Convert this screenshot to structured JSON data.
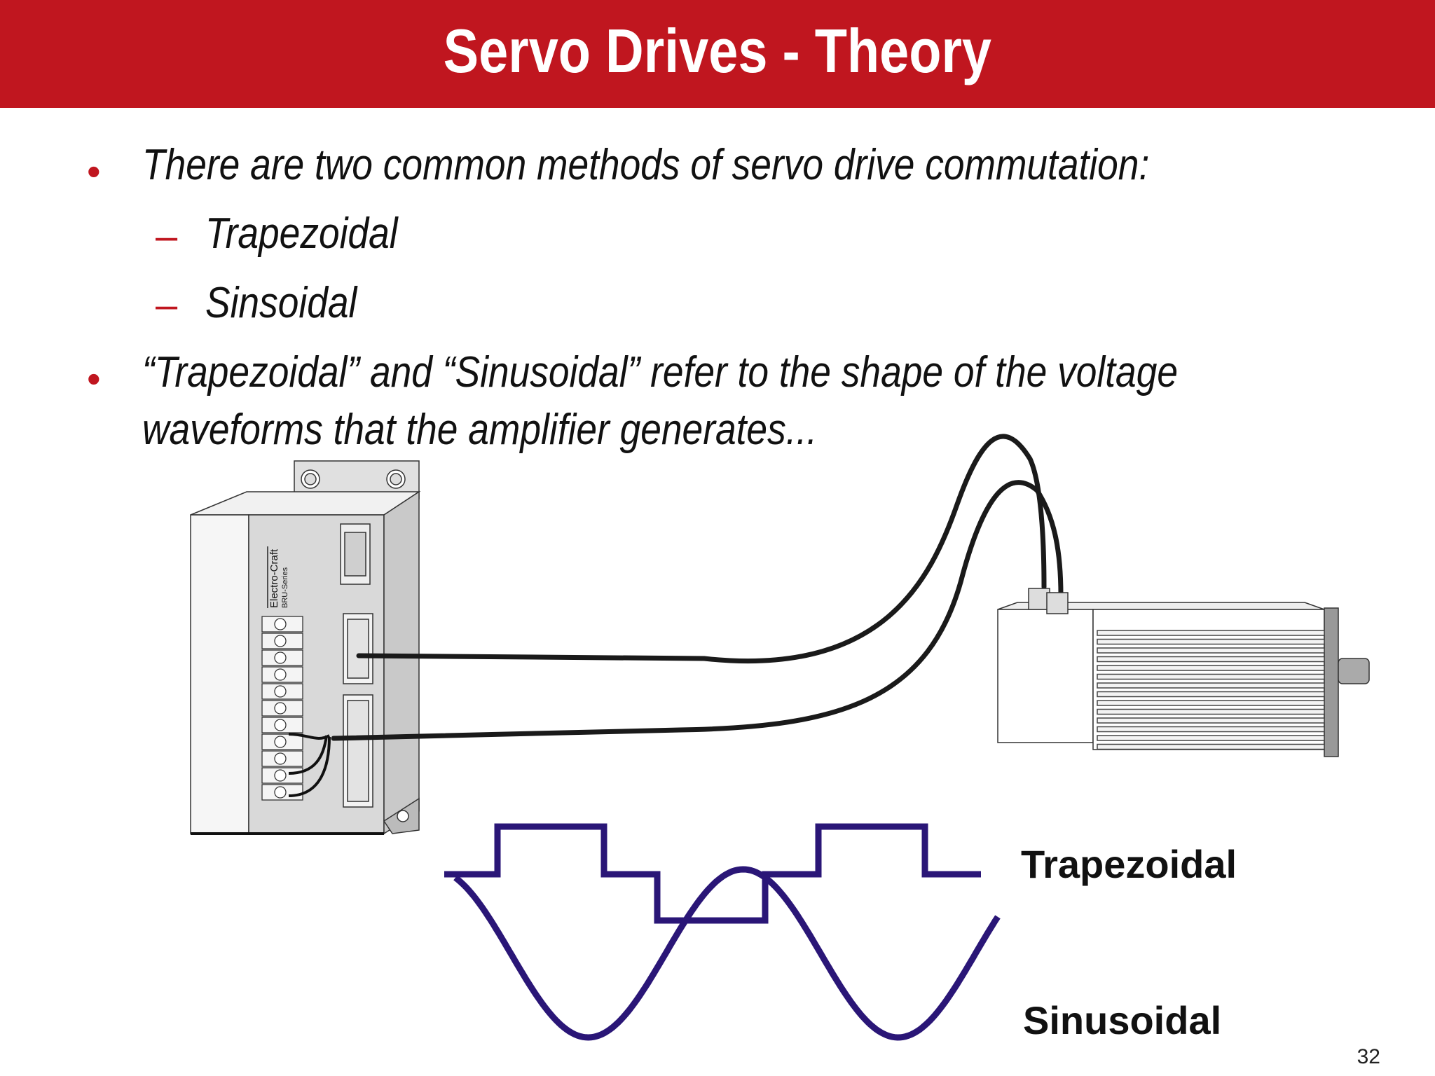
{
  "slide": {
    "title": "Servo Drives - Theory",
    "page_number": "32"
  },
  "bullets": [
    {
      "text": "There are two common methods of servo drive commutation:",
      "sub_items": [
        "Trapezoidal",
        "Sinsoidal"
      ]
    },
    {
      "text_line1": "“Trapezoidal” and “Sinusoidal” refer to the shape of the voltage",
      "text_line2": "waveforms that the amplifier generates..."
    }
  ],
  "drive": {
    "brand": "Electro-Craft",
    "series": "BRU-Series"
  },
  "waveforms": {
    "trapezoidal_label": "Trapezoidal",
    "sinusoidal_label": "Sinusoidal",
    "color": "#2a1677"
  },
  "colors": {
    "accent": "#c0161f",
    "title_text": "#ffffff"
  }
}
